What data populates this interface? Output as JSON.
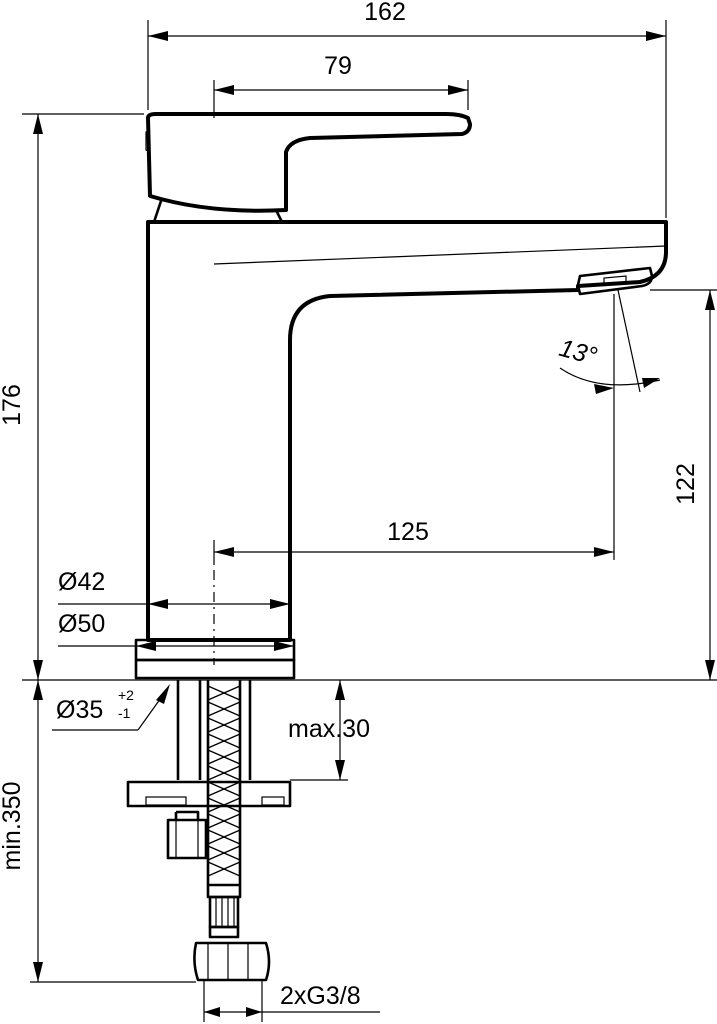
{
  "dimensions": {
    "overall_width": "162",
    "lever_reach": "79",
    "overall_height": "176",
    "spout_height": "122",
    "spout_reach": "125",
    "body_diameter": "Ø42",
    "base_diameter": "Ø50",
    "hole_diameter": "Ø35",
    "hole_tol_upper": "+2",
    "hole_tol_lower": "-1",
    "max_deck_thickness": "max.30",
    "min_hose_length": "min.350",
    "connection": "2xG3/8",
    "spray_angle": "13°"
  }
}
